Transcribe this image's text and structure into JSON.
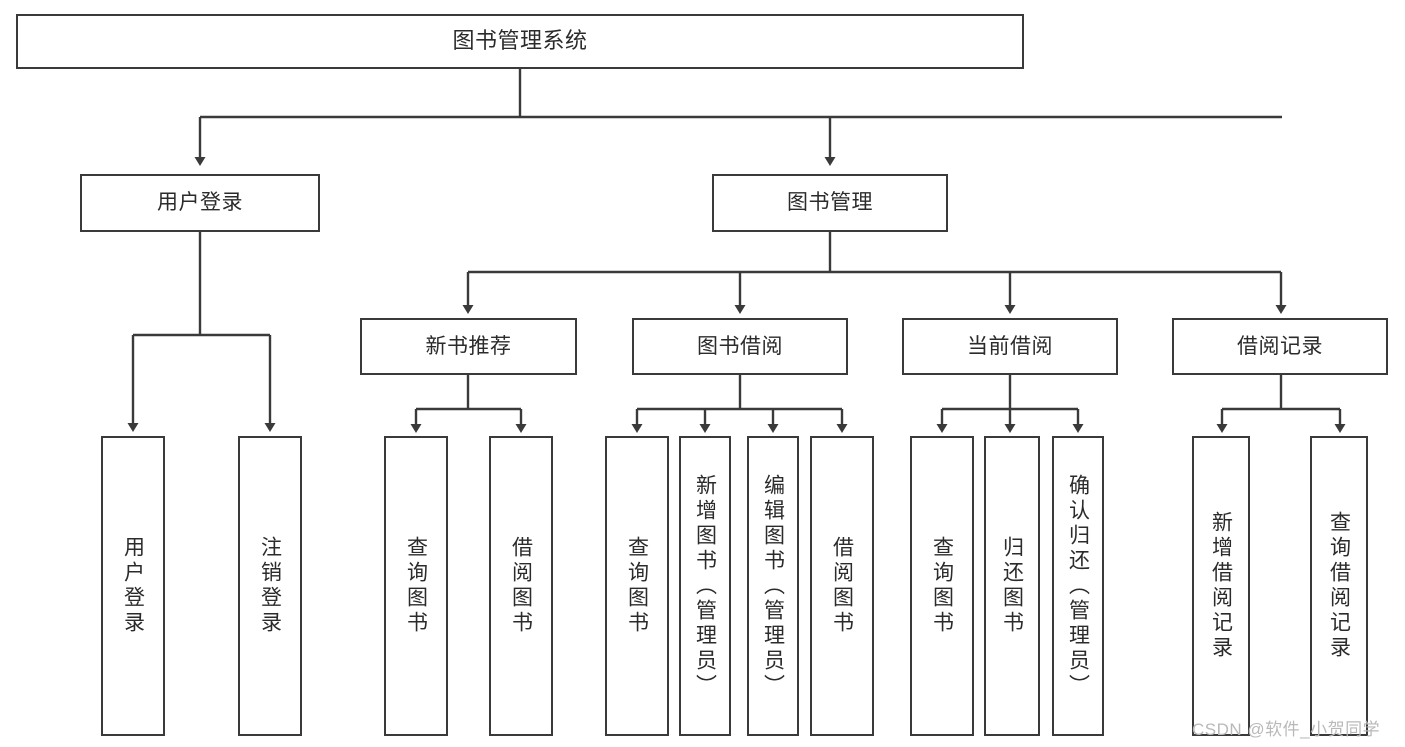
{
  "diagram": {
    "title": "图书管理系统",
    "type": "tree",
    "watermark": "CSDN @软件_小贺同学",
    "edge_color": "#3a3a3a",
    "box_border_color": "#3a3a3a",
    "text_color": "#2b2b2b",
    "background": "#ffffff"
  },
  "nodes": {
    "root": {
      "label": "图书管理系统"
    },
    "level1": [
      {
        "id": "user-login",
        "label": "用户登录"
      },
      {
        "id": "book-manage",
        "label": "图书管理"
      }
    ],
    "level2": [
      {
        "id": "new-book-rec",
        "label": "新书推荐"
      },
      {
        "id": "book-borrow",
        "label": "图书借阅"
      },
      {
        "id": "current-borrow",
        "label": "当前借阅"
      },
      {
        "id": "borrow-record",
        "label": "借阅记录"
      }
    ],
    "leaves": {
      "user-login": [
        {
          "id": "leaf-user-login",
          "label": "用户登录"
        },
        {
          "id": "leaf-logout",
          "label": "注销登录"
        }
      ],
      "new-book-rec": [
        {
          "id": "leaf-query-book-1",
          "label": "查询图书"
        },
        {
          "id": "leaf-borrow-book-1",
          "label": "借阅图书"
        }
      ],
      "book-borrow": [
        {
          "id": "leaf-query-book-2",
          "label": "查询图书"
        },
        {
          "id": "leaf-add-book",
          "label": "新增图书（管理员）"
        },
        {
          "id": "leaf-edit-book",
          "label": "编辑图书（管理员）"
        },
        {
          "id": "leaf-borrow-book-2",
          "label": "借阅图书"
        }
      ],
      "current-borrow": [
        {
          "id": "leaf-query-book-3",
          "label": "查询图书"
        },
        {
          "id": "leaf-return-book",
          "label": "归还图书"
        },
        {
          "id": "leaf-confirm-return",
          "label": "确认归还（管理员）"
        }
      ],
      "borrow-record": [
        {
          "id": "leaf-add-record",
          "label": "新增借阅记录"
        },
        {
          "id": "leaf-query-record",
          "label": "查询借阅记录"
        }
      ]
    }
  }
}
